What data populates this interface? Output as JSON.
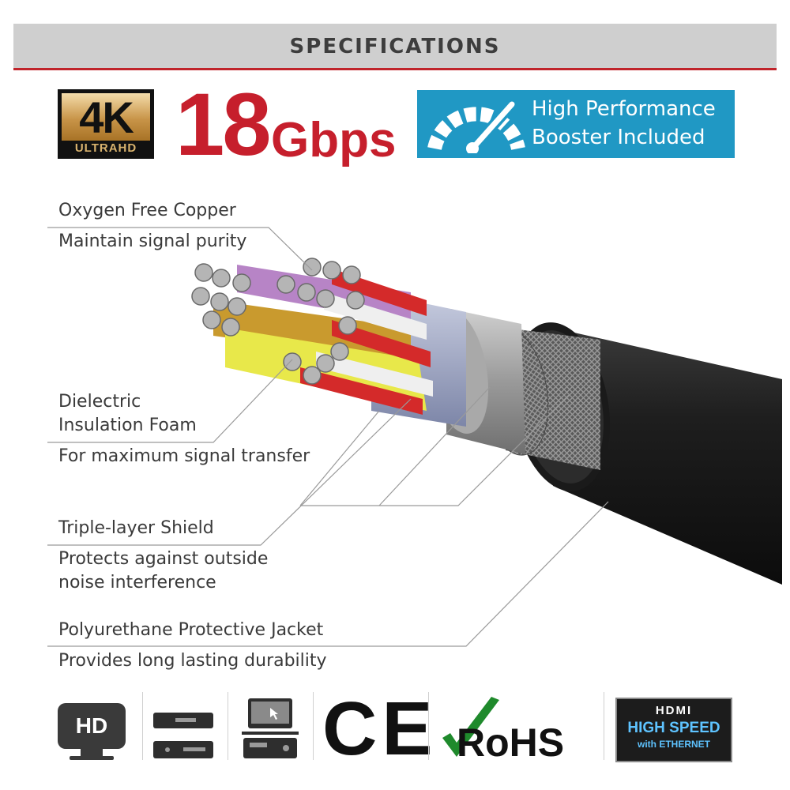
{
  "header": {
    "title": "SPECIFICATIONS"
  },
  "badges": {
    "uhd": {
      "main": "4K",
      "sub": "ULTRAHD"
    },
    "speed": {
      "number": "18",
      "unit": "Gbps"
    },
    "booster": {
      "line1": "High Performance",
      "line2": "Booster Included"
    }
  },
  "features": {
    "copper": {
      "title": "Oxygen Free Copper",
      "desc": "Maintain signal purity"
    },
    "dielectric": {
      "title_line1": "Dielectric",
      "title_line2": "Insulation Foam",
      "desc": "For maximum signal transfer"
    },
    "shield": {
      "title": "Triple-layer Shield",
      "desc_line1": "Protects against outside",
      "desc_line2": "noise interference"
    },
    "jacket": {
      "title": "Polyurethane Protective Jacket",
      "desc": "Provides long lasting durability"
    }
  },
  "bottom_icons": {
    "hd": {
      "label": "HD"
    },
    "ce": {
      "label": "CE"
    },
    "rohs": {
      "label": "RoHS"
    },
    "hdmi": {
      "line1": "HDMI",
      "line2": "HIGH SPEED",
      "line3": "with ETHERNET"
    },
    "icons": [
      "hd-monitor-icon",
      "media-player-icon",
      "computer-icon",
      "ce-mark-icon",
      "rohs-icon",
      "hdmi-logo-icon"
    ]
  },
  "colors": {
    "accent_red": "#c61f2c",
    "booster_blue": "#2098c4",
    "gold": "#c89448",
    "header_gray": "#cfcfcf"
  }
}
